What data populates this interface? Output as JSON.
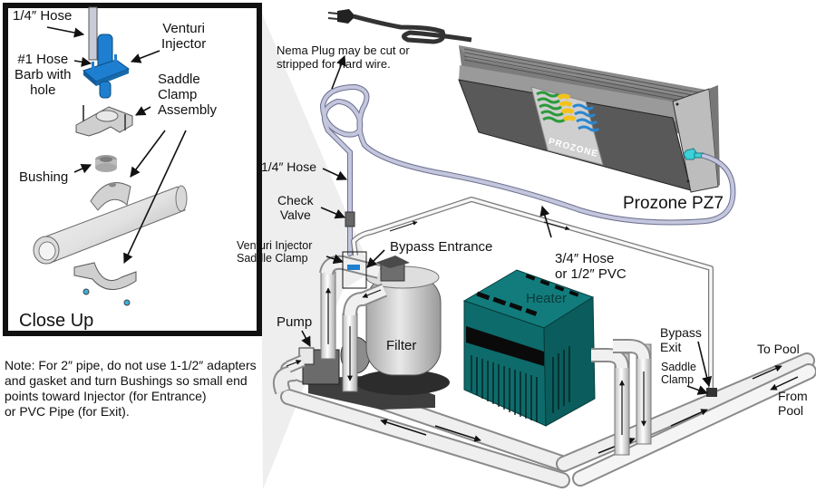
{
  "diagram": {
    "title": "Prozone PZ7 pool ozone installation diagram",
    "inset": {
      "caption": "Close Up",
      "labels": {
        "hose": "1/4″ Hose",
        "venturi": "Venturi\nInjector",
        "hose_barb": "#1 Hose\nBarb with\nhole",
        "saddle": "Saddle\nClamp\nAssembly",
        "bushing": "Bushing"
      }
    },
    "note": "Note: For 2″ pipe, do not use 1-1/2″ adapters\nand gasket and turn Bushings so small end\npoints toward Injector (for Entrance)\nor PVC Pipe (for Exit).",
    "labels": {
      "nema_plug": "Nema Plug may be cut or\nstripped for hard wire.",
      "hose_quarter": "1/4″ Hose",
      "check_valve": "Check\nValve",
      "venturi_saddle": "Venturi Injector\nSaddle Clamp",
      "bypass_entrance": "Bypass Entrance",
      "hose_pvc": "3/4″ Hose\nor 1/2″ PVC",
      "prozone": "Prozone PZ7",
      "pump": "Pump",
      "filter": "Filter",
      "heater": "Heater",
      "bypass_exit": "Bypass\nExit",
      "saddle_clamp": "Saddle\nClamp",
      "to_pool": "To Pool",
      "from_pool": "From\nPool",
      "logo": "PROZONE"
    },
    "colors": {
      "injector_blue": "#1e7fd0",
      "heater_teal": "#0e6b6b",
      "prozone_body": "#5a5a5a",
      "hose_lavender": "#b8bcd6",
      "fitting_cyan": "#3cd0d8",
      "logo_green": "#2a9a3a",
      "logo_yellow": "#f4c21a",
      "logo_blue": "#2a86d0"
    }
  }
}
